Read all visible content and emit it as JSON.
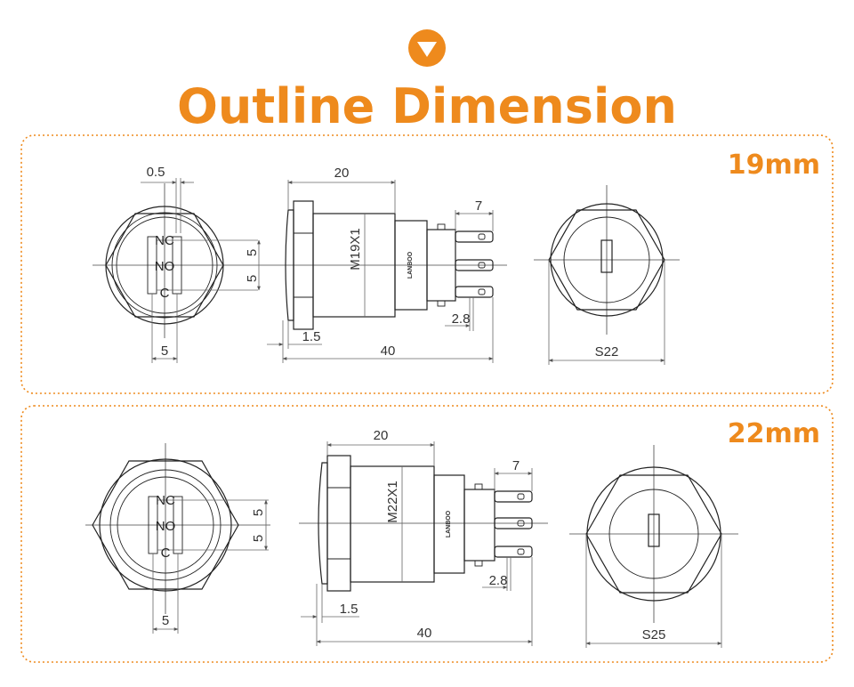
{
  "header": {
    "title": "Outline Dimension",
    "accent_color": "#ee8a1d",
    "badge_icon": "chevron-down-icon"
  },
  "panel_19": {
    "size_label": "19mm",
    "front": {
      "pin_top": "NC",
      "pin_mid": "NO",
      "pin_bot": "C",
      "gap_top": "5",
      "gap_bot": "5",
      "pin_spacing": "5",
      "clearance": "0.5"
    },
    "side": {
      "body_len": "20",
      "thread": "M19X1",
      "flange": "1.5",
      "total_len": "40",
      "pin_len": "7",
      "pin_w": "2.8",
      "brand": "LANBOO"
    },
    "rear": {
      "hex": "S22"
    }
  },
  "panel_22": {
    "size_label": "22mm",
    "front": {
      "pin_top": "NC",
      "pin_mid": "NO",
      "pin_bot": "C",
      "gap_top": "5",
      "gap_bot": "5",
      "pin_spacing": "5"
    },
    "side": {
      "body_len": "20",
      "thread": "M22X1",
      "flange": "1.5",
      "total_len": "40",
      "pin_len": "7",
      "pin_w": "2.8",
      "brand": "LANBOO"
    },
    "rear": {
      "hex": "S25"
    }
  }
}
